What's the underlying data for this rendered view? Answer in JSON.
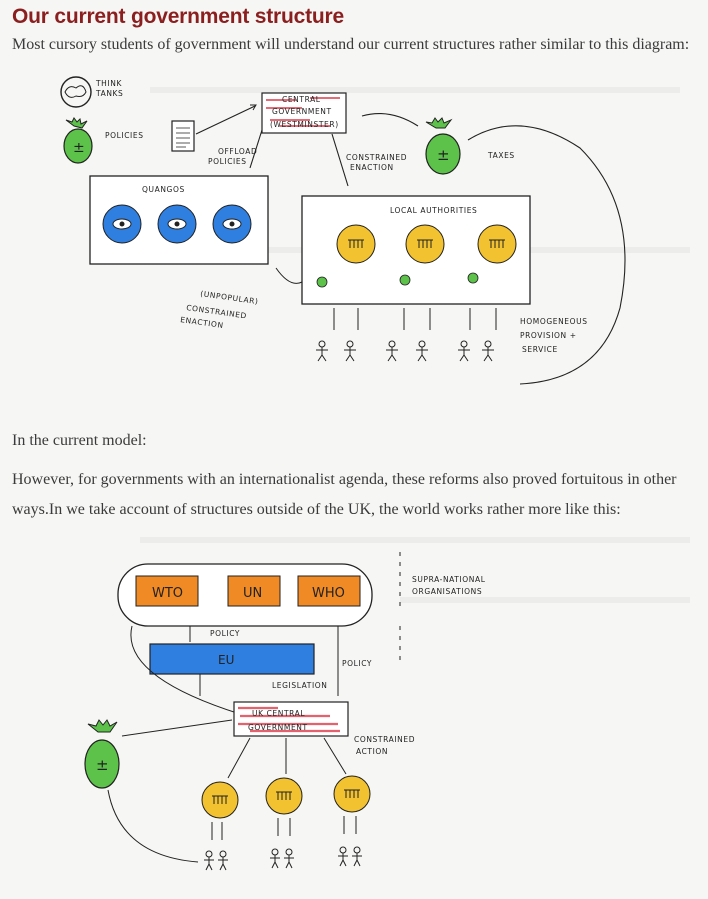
{
  "article": {
    "heading": "Our current government structure",
    "intro": "Most cursory students of government will understand our current structures rather similar to this diagram:",
    "para_current_model": "In the current model:",
    "para_internationalist_line1": "However, for governments with an internationalist agenda, these reforms also proved fortuitous in other",
    "para_internationalist_line2": "ways.In we take account of structures outside of the UK, the world works rather more like this:"
  },
  "diagram1": {
    "think_tanks_line1": "THINK",
    "think_tanks_line2": "TANKS",
    "policies": "POLICIES",
    "central_gov_line1": "CENTRAL",
    "central_gov_line2": "GOVERNMENT",
    "central_gov_line3": "(WESTMINSTER)",
    "offload_policies_line1": "OFFLOAD",
    "offload_policies_line2": "POLICIES",
    "constrained_line1": "CONSTRAINED",
    "constrained_line2": "ENACTION",
    "taxes": "TAXES",
    "quangos": "QUANGOS",
    "local_authorities": "LOCAL AUTHORITIES",
    "unpopular_line1": "(UNPOPULAR)",
    "unpopular_line2": "CONSTRAINED",
    "unpopular_line3": "ENACTION",
    "homogeneous_line1": "HOMOGENEOUS",
    "homogeneous_line2": "PROVISION +",
    "homogeneous_line3": "SERVICE"
  },
  "diagram2": {
    "wto": "WTO",
    "un": "UN",
    "who": "WHO",
    "supranational_line1": "SUPRA-NATIONAL",
    "supranational_line2": "ORGANISATIONS",
    "eu": "EU",
    "policy_top": "POLICY",
    "policy_right": "POLICY",
    "legislation": "LEGISLATION",
    "uk_central_line1": "UK CENTRAL",
    "uk_central_line2": "GOVERNMENT",
    "constrained_line1": "CONSTRAINED",
    "constrained_line2": "ACTION"
  },
  "colors": {
    "heading": "#8b1f1f",
    "wto_orange": "#f08a24",
    "eu_blue": "#2f7fe0",
    "gov_red": "#e03a4a",
    "money_green": "#5cc24a",
    "authority_yellow": "#f2c230"
  }
}
